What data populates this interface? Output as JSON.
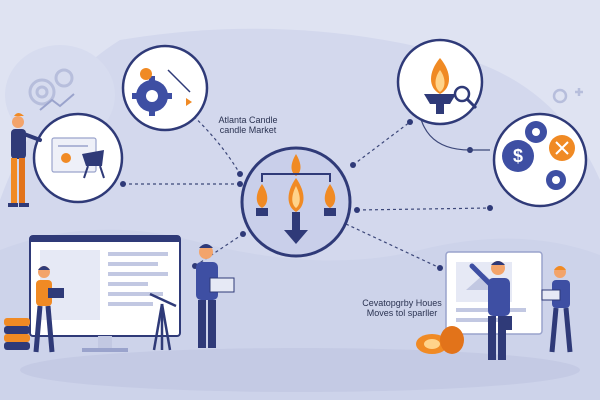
{
  "labels": {
    "market_line1": "Atlanta Candle",
    "market_line2": "candle Market",
    "bottom_line1": "Cevatopgrby Houes",
    "bottom_line2": "Moves tol sparller"
  },
  "icons": {
    "top_left_node": "gear-chart-icon",
    "top_right_node": "flame-magnifier-icon",
    "right_node": "dollar-gears-icon",
    "left_node": "document-chair-icon",
    "center_node": "candles-flow-icon"
  },
  "colors": {
    "background": "#dfe3f2",
    "navy": "#2f3a78",
    "flame": "#f08a24",
    "accent_blue": "#3e4fa3",
    "connector": "#3c4779"
  }
}
